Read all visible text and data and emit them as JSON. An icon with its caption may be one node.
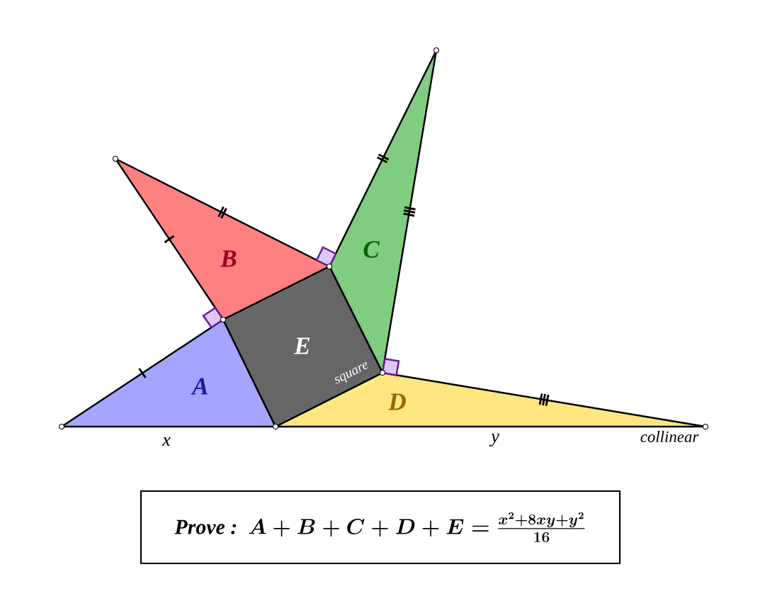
{
  "diagram": {
    "nodes": [
      {
        "text": [
          "A"
        ]
      },
      {
        "text": [
          "B"
        ]
      },
      {
        "text": [
          "C"
        ]
      },
      {
        "text": [
          "D"
        ]
      },
      {
        "text": [
          "E",
          "square"
        ]
      },
      {
        "text": [
          "Prove :",
          "A+B+C+D+E=\\frac{x^2+8xy+y^2}{16}"
        ]
      }
    ],
    "labels": [
      "x",
      "y",
      "collinear"
    ]
  }
}
